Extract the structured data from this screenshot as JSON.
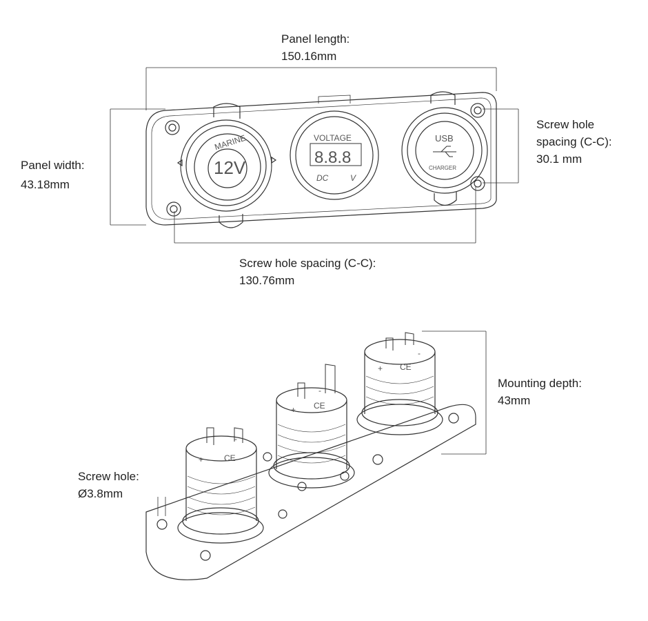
{
  "labels": {
    "panel_length": {
      "title": "Panel length:",
      "value": "150.16mm"
    },
    "panel_width": {
      "title": "Panel width:",
      "value": "43.18mm"
    },
    "screw_spacing_vertical": {
      "line1": "Screw hole",
      "line2": "spacing (C-C):",
      "value": "30.1 mm"
    },
    "screw_spacing_horizontal": {
      "title": "Screw hole spacing (C-C):",
      "value": "130.76mm"
    },
    "mounting_depth": {
      "title": "Mounting depth:",
      "value": "43mm"
    },
    "screw_hole": {
      "title": "Screw hole:",
      "value": "Ø3.8mm"
    }
  },
  "product_markings": {
    "socket": {
      "brand": "MARINE",
      "voltage": "12V"
    },
    "voltmeter": {
      "title": "VOLTAGE",
      "display": "8.8.8",
      "left": "DC",
      "right": "V"
    },
    "usb": {
      "title": "USB",
      "bottom": "CHARGER"
    },
    "terminal_plus": "+",
    "terminal_minus": "-",
    "ce_mark": "CE"
  },
  "colors": {
    "line": "#333333",
    "text": "#222222"
  }
}
